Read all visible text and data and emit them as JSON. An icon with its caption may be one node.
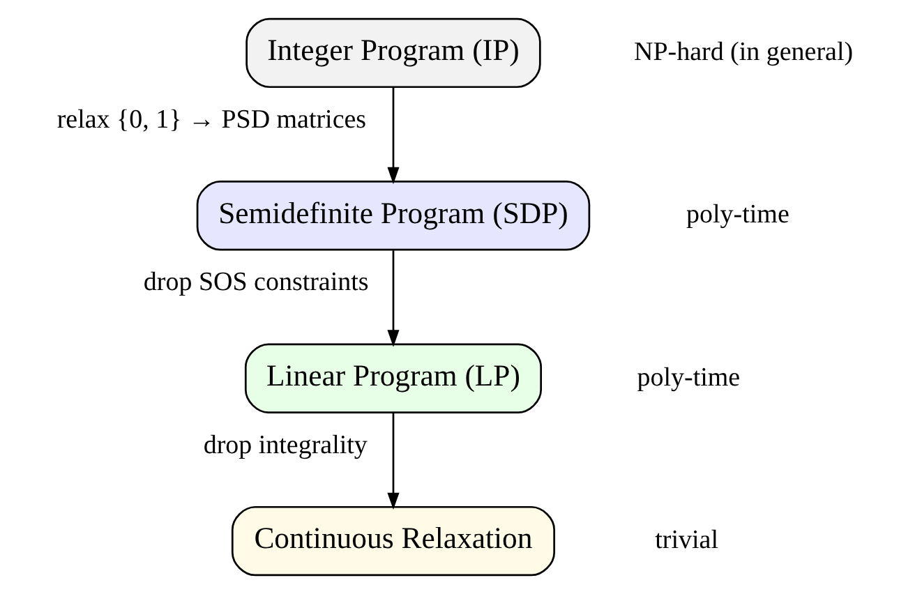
{
  "diagram": {
    "nodes": [
      {
        "text": [
          "Integer Program (IP)"
        ],
        "beside": [
          "NP-hard (in general)"
        ]
      },
      {
        "text": [
          "Semidefinite Program (SDP)"
        ],
        "beside": [
          "poly-time"
        ]
      },
      {
        "text": [
          "Linear Program (LP)"
        ],
        "beside": [
          "poly-time"
        ]
      },
      {
        "text": [
          "Continuous Relaxation"
        ],
        "beside": [
          "trivial"
        ]
      }
    ],
    "edges": [
      {
        "from": 0,
        "to": 1,
        "arrow": "to",
        "label": "relax {0, 1} → PSD matrices"
      },
      {
        "from": 1,
        "to": 2,
        "arrow": "to",
        "label": "drop SOS constraints"
      },
      {
        "from": 2,
        "to": 3,
        "arrow": "to",
        "label": "drop integrality"
      }
    ]
  }
}
